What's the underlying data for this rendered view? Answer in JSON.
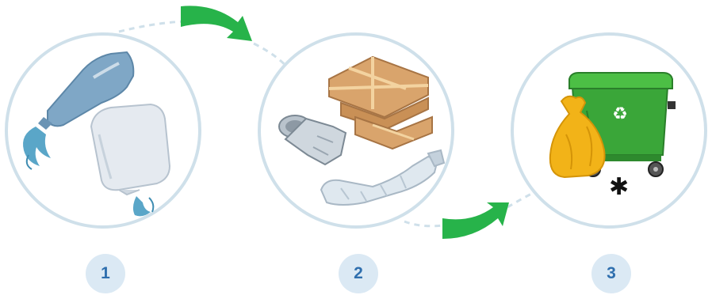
{
  "steps": [
    {
      "number": "1"
    },
    {
      "number": "2"
    },
    {
      "number": "3"
    }
  ],
  "footnote_marker": "✱",
  "colors": {
    "ring": "#cfe0ea",
    "arrow": "#27b34a",
    "badge_bg": "#dbe9f4",
    "badge_text": "#2f6fae",
    "bin": "#3aa639",
    "bag": "#f2b318"
  }
}
